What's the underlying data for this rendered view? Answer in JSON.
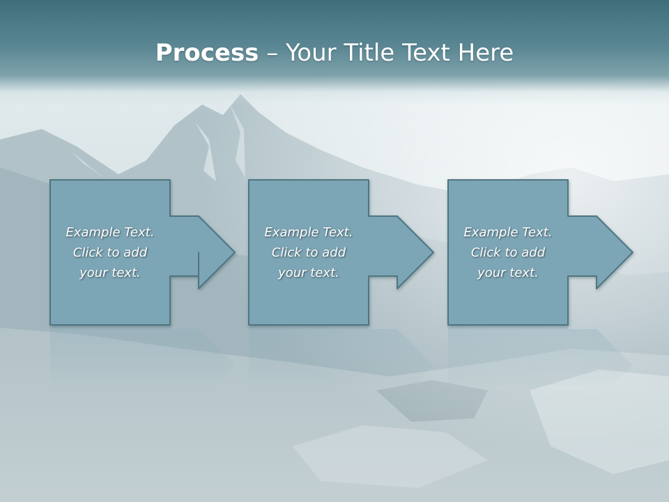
{
  "slide": {
    "title_bold": "Process",
    "title_rest": " – Your Title Text Here"
  },
  "steps": [
    {
      "text": "Example Text.\nClick  to add\nyour text."
    },
    {
      "text": "Example Text.\nClick  to add\nyour text."
    },
    {
      "text": "Example Text.\nClick  to add\nyour text."
    }
  ],
  "colors": {
    "title_bar": "#4a7884",
    "arrow_fill": "#7ba5b5",
    "arrow_stroke": "#4f7480",
    "text": "#ffffff"
  }
}
